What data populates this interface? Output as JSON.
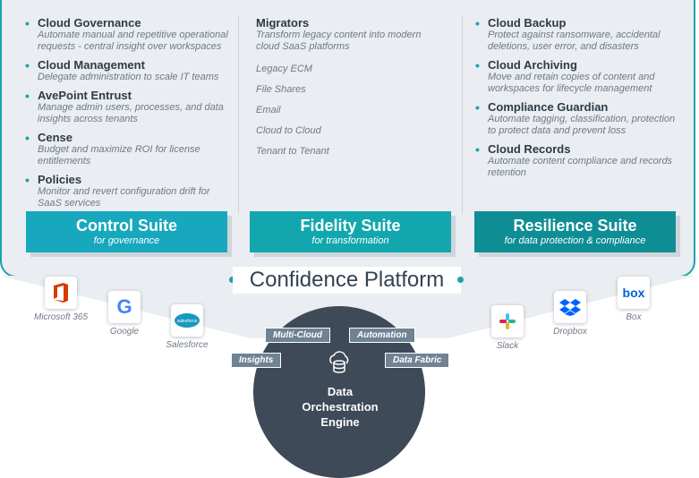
{
  "control": {
    "items": [
      {
        "title": "Cloud Governance",
        "desc": "Automate manual and repetitive operational requests - central insight over workspaces"
      },
      {
        "title": "Cloud Management",
        "desc": "Delegate administration to scale IT teams"
      },
      {
        "title": "AvePoint Entrust",
        "desc": "Manage admin users, processes, and data insights across tenants"
      },
      {
        "title": "Cense",
        "desc": "Budget and maximize ROI for license entitlements"
      },
      {
        "title": "Policies",
        "desc": "Monitor and revert configuration drift for SaaS services"
      }
    ],
    "suite_name": "Control Suite",
    "suite_for": "for governance"
  },
  "fidelity": {
    "title": "Migrators",
    "desc": "Transform legacy content into modern cloud SaaS platforms",
    "sources": [
      "Legacy ECM",
      "File Shares",
      "Email",
      "Cloud to Cloud",
      "Tenant to Tenant"
    ],
    "suite_name": "Fidelity Suite",
    "suite_for": "for transformation"
  },
  "resilience": {
    "items": [
      {
        "title": "Cloud Backup",
        "desc": "Protect against ransomware, accidental deletions, user error, and disasters"
      },
      {
        "title": "Cloud Archiving",
        "desc": "Move and retain copies of content and workspaces for lifecycle management"
      },
      {
        "title": "Compliance Guardian",
        "desc": "Automate tagging, classification, protection to protect data and prevent loss"
      },
      {
        "title": "Cloud Records",
        "desc": "Automate content compliance and records retention"
      }
    ],
    "suite_name": "Resilience Suite",
    "suite_for": "for data protection & compliance"
  },
  "platform_title": "Confidence Platform",
  "apps": {
    "m365": "Microsoft 365",
    "google": "Google",
    "salesforce": "Salesforce",
    "slack": "Slack",
    "dropbox": "Dropbox",
    "box": "Box"
  },
  "engine": {
    "tags": [
      "Multi-Cloud",
      "Automation",
      "Insights",
      "Data Fabric"
    ],
    "title_lines": [
      "Data",
      "Orchestration",
      "Engine"
    ]
  },
  "colors": {
    "teal": "#1aa2b0",
    "control": "#17a8be",
    "fidelity": "#12a7ae",
    "resilience": "#0e8e94",
    "engine": "#3e4a57"
  }
}
